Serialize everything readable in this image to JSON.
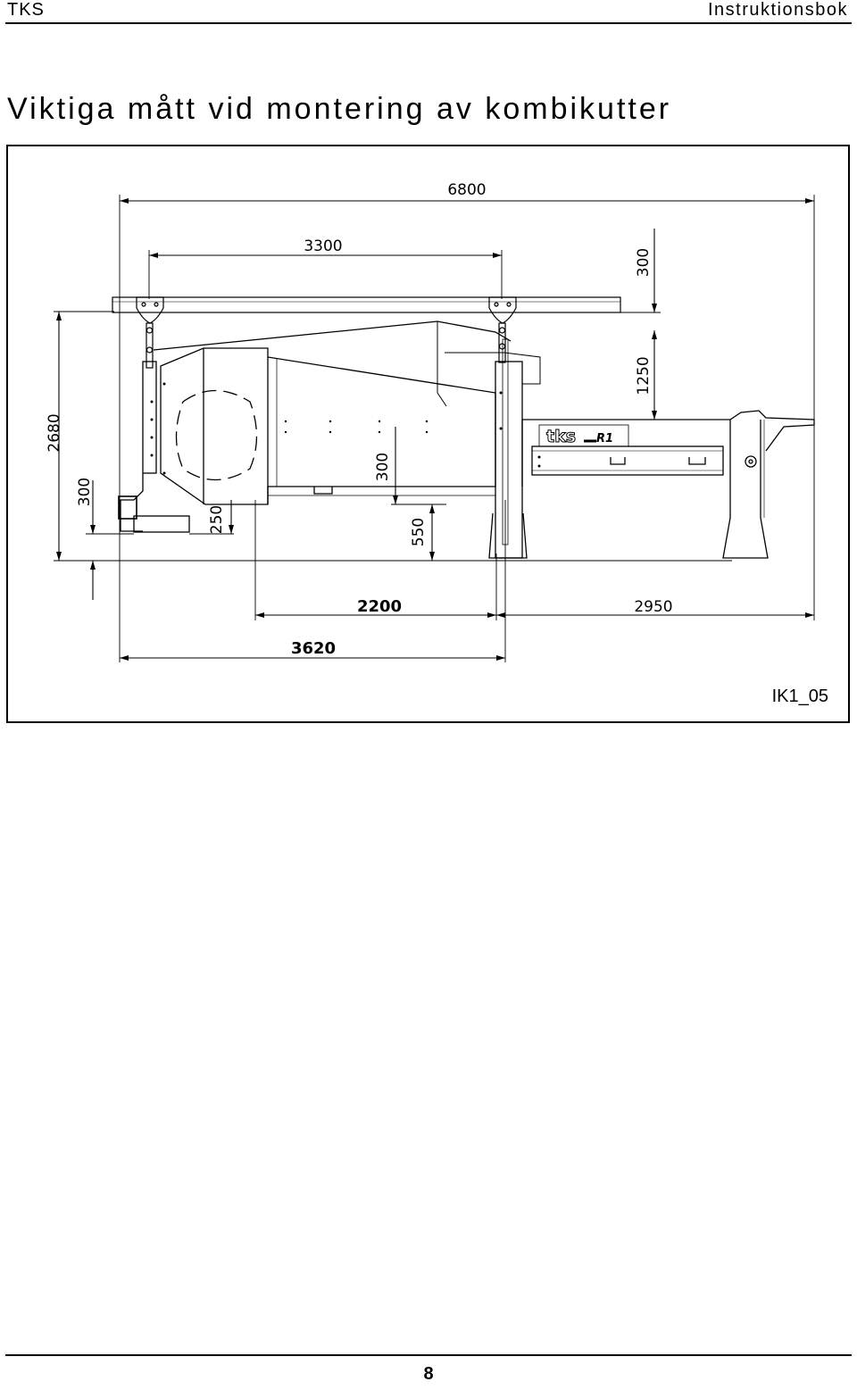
{
  "header": {
    "brand": "TKS",
    "doc_type": "Instruktionsbok"
  },
  "title": "Viktiga mått vid montering av kombikutter",
  "figure": {
    "code": "IK1_05",
    "dimensions": {
      "total_length": "6800",
      "hook_spacing": "3300",
      "beam_clearance": "300",
      "hoist_drop": "1250",
      "total_height": "2680",
      "floor_offset": "300",
      "feed_height": "250",
      "chute_height": "300",
      "leg_height": "550",
      "middle_span": "2200",
      "outfeed_span": "2950",
      "infeed_span": "3620"
    },
    "machine_label": {
      "logo": "tks",
      "model": "R1"
    }
  },
  "footer": {
    "page_number": "8"
  }
}
